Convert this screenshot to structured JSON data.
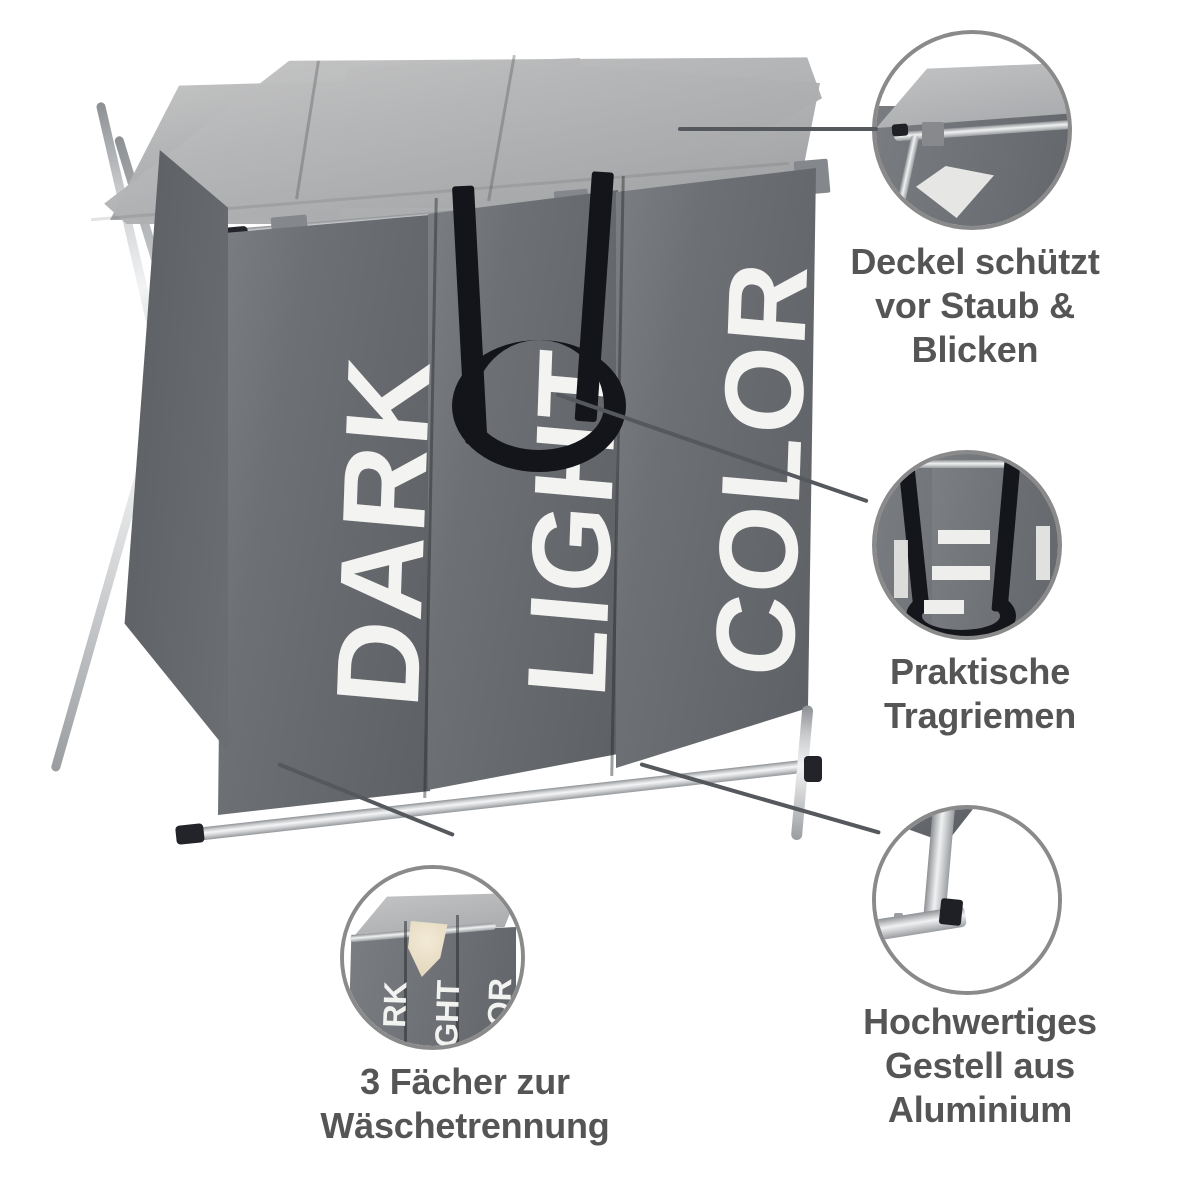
{
  "product": {
    "type": "laundry-sorter",
    "compartments": [
      {
        "label": "DARK"
      },
      {
        "label": "LIGHT"
      },
      {
        "label": "COLOR"
      }
    ],
    "lid_panels": 3,
    "frame_material": "aluminium",
    "colors": {
      "fabric": "#6d7074",
      "lid": "#b6b7b8",
      "aluminium": "#d3d5d7",
      "strap": "#14151a",
      "lettering": "#f3f3f1",
      "text": "#555555",
      "bubble_ring": "#8a8a8a",
      "connector": "#55585c",
      "background": "#ffffff"
    }
  },
  "callouts": [
    {
      "id": "lid",
      "lines": [
        "Deckel schützt",
        "vor Staub &",
        "Blicken"
      ],
      "detail_icon": "lid-corner-detail-icon"
    },
    {
      "id": "handles",
      "lines": [
        "Praktische",
        "Tragriemen"
      ],
      "detail_icon": "carry-strap-detail-icon"
    },
    {
      "id": "frame",
      "lines": [
        "Hochwertiges",
        "Gestell aus",
        "Aluminium"
      ],
      "detail_icon": "aluminium-leg-detail-icon"
    },
    {
      "id": "compartments",
      "lines": [
        "3 Fächer zur",
        "Wäschetrennung"
      ],
      "detail_icon": "three-compartments-detail-icon",
      "mini_labels": [
        "RK",
        "GHT",
        "LOR"
      ]
    }
  ]
}
